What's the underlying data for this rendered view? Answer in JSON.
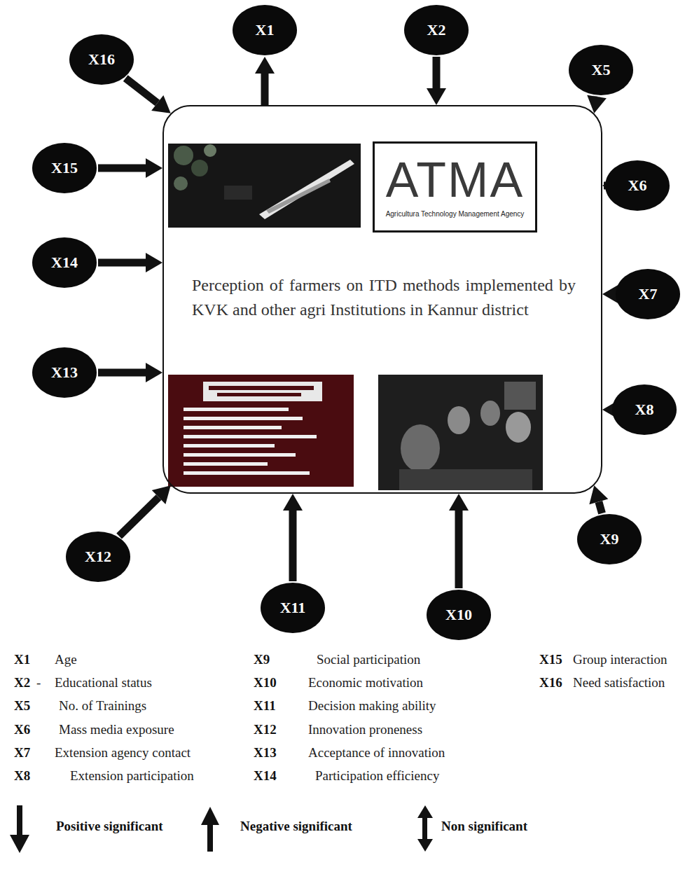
{
  "diagram": {
    "nodes": [
      {
        "text": [
          "Perception of farmers on ITD methods implemented by KVK and other agri Institutions in Kannur district"
        ]
      },
      {
        "text": [
          "ATMA",
          "Agricultura Technology Management Agency"
        ],
        "in": 0
      },
      {
        "text": [
          "X1"
        ]
      },
      {
        "text": [
          "X2"
        ]
      },
      {
        "text": [
          "X5"
        ]
      },
      {
        "text": [
          "X6"
        ]
      },
      {
        "text": [
          "X7"
        ]
      },
      {
        "text": [
          "X8"
        ]
      },
      {
        "text": [
          "X9"
        ]
      },
      {
        "text": [
          "X10"
        ]
      },
      {
        "text": [
          "X11"
        ]
      },
      {
        "text": [
          "X12"
        ]
      },
      {
        "text": [
          "X13"
        ]
      },
      {
        "text": [
          "X14"
        ]
      },
      {
        "text": [
          "X15"
        ]
      },
      {
        "text": [
          "X16"
        ]
      }
    ],
    "edges": [
      {
        "from": 0,
        "to": 2,
        "arrow": "to"
      },
      {
        "from": 3,
        "to": 0,
        "arrow": "to"
      },
      {
        "from": 4,
        "to": 0,
        "arrow": "to"
      },
      {
        "from": 5,
        "to": 0,
        "arrow": "to"
      },
      {
        "from": 6,
        "to": 0,
        "arrow": "to"
      },
      {
        "from": 7,
        "to": 0,
        "arrow": "to"
      },
      {
        "from": 8,
        "to": 0,
        "arrow": "to"
      },
      {
        "from": 9,
        "to": 0,
        "arrow": "to"
      },
      {
        "from": 10,
        "to": 0,
        "arrow": "to"
      },
      {
        "from": 11,
        "to": 0,
        "arrow": "to"
      },
      {
        "from": 12,
        "to": 0,
        "arrow": "to"
      },
      {
        "from": 13,
        "to": 0,
        "arrow": "to"
      },
      {
        "from": 14,
        "to": 0,
        "arrow": "to"
      },
      {
        "from": 15,
        "to": 0,
        "arrow": "to"
      }
    ],
    "labels": [
      "X1",
      "Age",
      "X2",
      "-",
      "Educational status",
      "X5",
      "No. of Trainings",
      "X6",
      "Mass media exposure",
      "X7",
      "Extension agency contact",
      "X8",
      "Extension participation",
      "X9",
      "Social participation",
      "X10",
      "Economic motivation",
      "X11",
      "Decision making ability",
      "X12",
      "Innovation proneness",
      "X13",
      "Acceptance of innovation",
      "X14",
      "Participation efficiency",
      "X15",
      "Group interaction",
      "X16",
      "Need satisfaction"
    ],
    "legend": [
      {
        "text": "Positive significant"
      },
      {
        "text": "Negative significant"
      },
      {
        "text": "Non significant"
      }
    ]
  }
}
